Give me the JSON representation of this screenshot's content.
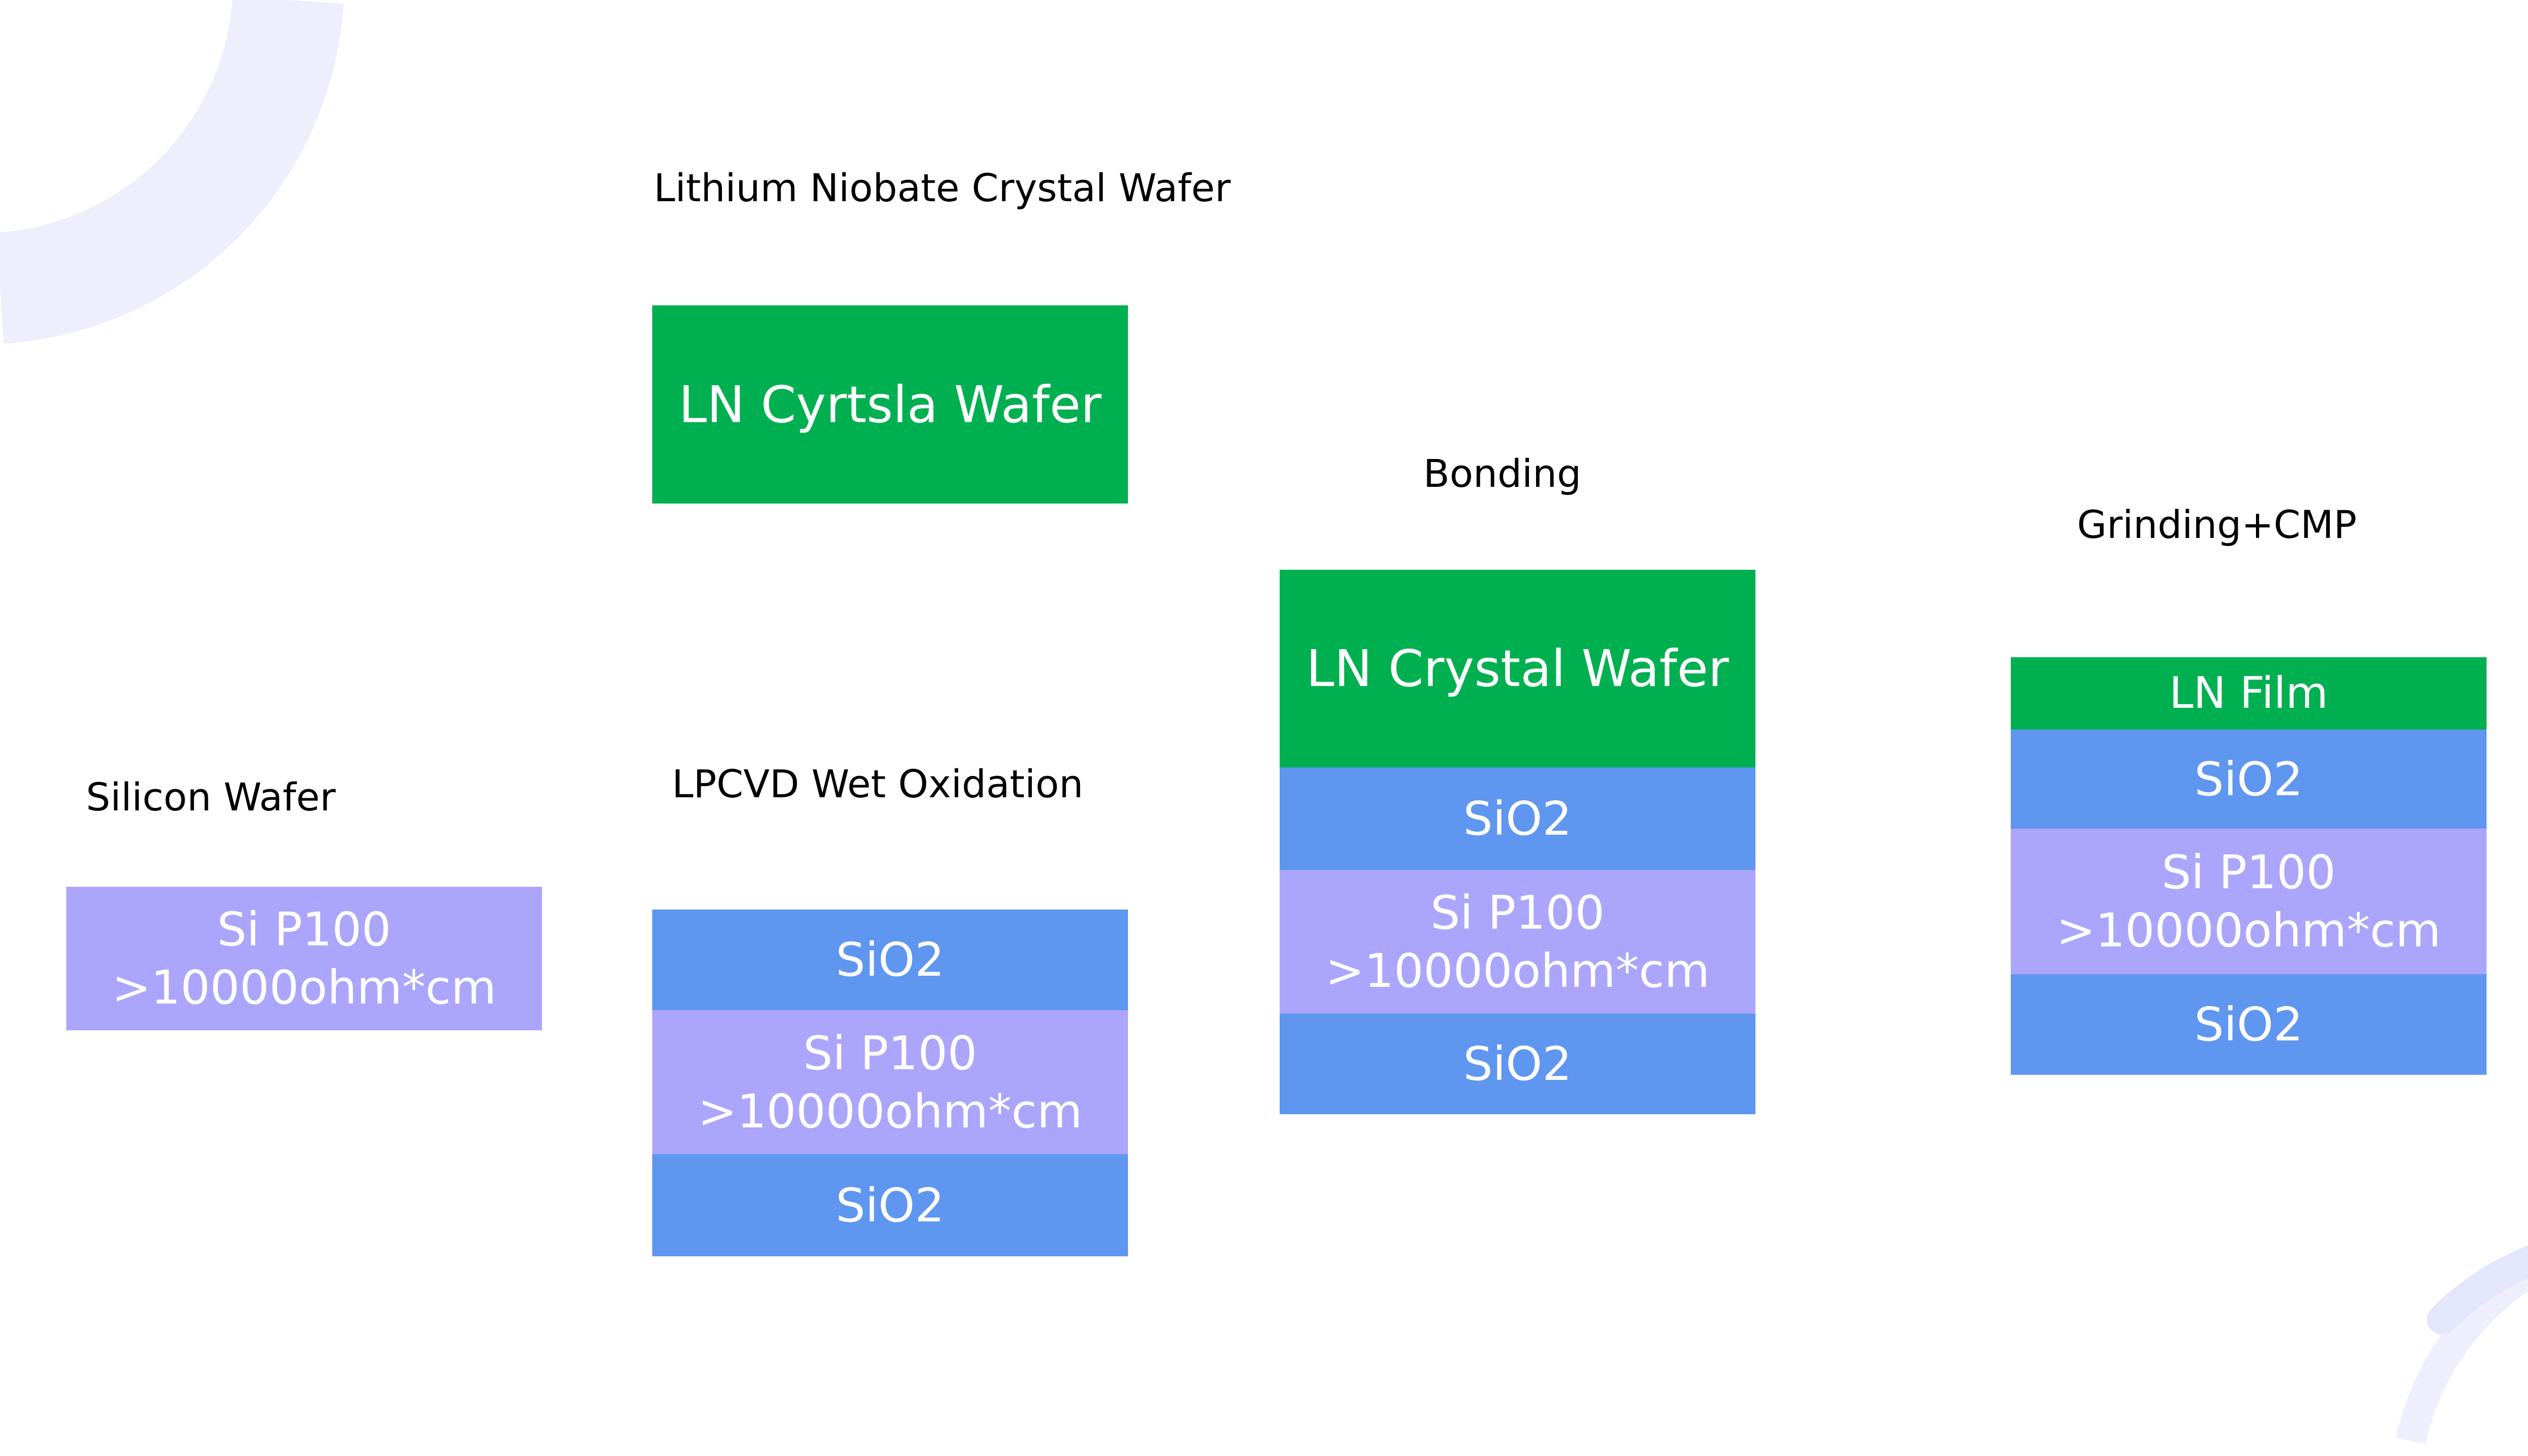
{
  "colors": {
    "ln": "#00b050",
    "sio2": "#5f96ef",
    "si": "#aba6fb",
    "decoration": "#efeefc"
  },
  "steps": [
    {
      "title": "Silicon Wafer",
      "layers": [
        {
          "line1": "Si P100",
          "line2": ">10000ohm*cm"
        }
      ]
    },
    {
      "title": "Lithium Niobate Crystal Wafer",
      "layers": [
        {
          "line1": "LN Cyrtsla Wafer"
        }
      ]
    },
    {
      "title": "LPCVD Wet Oxidation",
      "layers": [
        {
          "line1": "SiO2"
        },
        {
          "line1": "Si P100",
          "line2": ">10000ohm*cm"
        },
        {
          "line1": "SiO2"
        }
      ]
    },
    {
      "title": "Bonding",
      "layers": [
        {
          "line1": "LN Crystal Wafer"
        },
        {
          "line1": "SiO2"
        },
        {
          "line1": "Si P100",
          "line2": ">10000ohm*cm"
        },
        {
          "line1": "SiO2"
        }
      ]
    },
    {
      "title": "Grinding+CMP",
      "layers": [
        {
          "line1": "LN Film"
        },
        {
          "line1": "SiO2"
        },
        {
          "line1": "Si P100",
          "line2": ">10000ohm*cm"
        },
        {
          "line1": "SiO2"
        }
      ]
    }
  ]
}
